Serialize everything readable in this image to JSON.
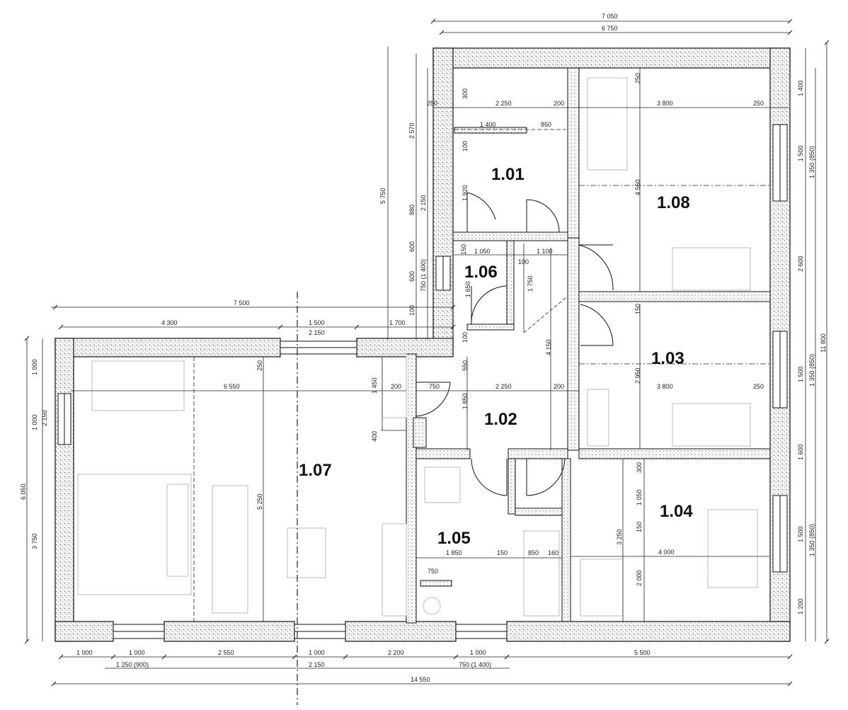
{
  "rooms": {
    "r101": "1.01",
    "r102": "1.02",
    "r103": "1.03",
    "r104": "1.04",
    "r105": "1.05",
    "r106": "1.06",
    "r107": "1.07",
    "r108": "1.08"
  },
  "dims": {
    "top_7050": "7 050",
    "top_6750": "6 750",
    "r101_250": "250",
    "r101_2250": "2 250",
    "r101_200": "200",
    "r101_300": "300",
    "r101_1400": "1 400",
    "r101_850": "850",
    "r101_100": "100",
    "r101_1920": "1 920",
    "r108_250a": "250",
    "r108_3800": "3 800",
    "r108_250b": "250",
    "r108_4550": "4 550",
    "left_2570": "2 570",
    "left_5750": "5 750",
    "left_880": "880",
    "left_2150": "2 150",
    "left_600a": "600",
    "left_600b": "600",
    "left_750_1400": "750 (1 400)",
    "left_100": "100",
    "r106_150": "150",
    "r106_1050": "1 050",
    "r106_1100": "1 100",
    "r106_100": "100",
    "r106_1650": "1 650",
    "r106_1750": "1 750",
    "mid_7500": "7 500",
    "mid_4300": "4 300",
    "mid_1500": "1 500",
    "mid_2150": "2 150",
    "mid_1700": "1 700",
    "r107_250": "250",
    "r107_6550": "6 550",
    "r107_5250": "5 250",
    "r102_1450": "1 450",
    "r102_200a": "200",
    "r102_750": "750",
    "r102_2250": "2 250",
    "r102_200b": "200",
    "r102_550": "550",
    "r102_100": "100",
    "r102_1850": "1 850",
    "r102_400": "400",
    "r102_4150": "4 150",
    "r103_150": "150",
    "r103_2950": "2 950",
    "r103_3800": "3 800",
    "r103_250": "250",
    "r104_300": "300",
    "r104_1050": "1 050",
    "r104_150": "150",
    "r104_3250": "3 250",
    "r104_4000": "4 000",
    "r104_2000": "2 000",
    "r105_1850": "1 850",
    "r105_150": "150",
    "r105_850": "850",
    "r105_160": "160",
    "r105_750": "750",
    "right_1400": "1 400",
    "right_1500a": "1 500",
    "right_1350_850a": "1 350 (850)",
    "right_2600": "2 600",
    "right_1500b": "1 500",
    "right_1350_850b": "1 350 (850)",
    "right_1600": "1 600",
    "right_1500c": "1 500",
    "right_1350_850c": "1 350 (850)",
    "right_1200": "1 200",
    "right_11800": "11 800",
    "leftside_1000a": "1 000",
    "leftside_1000b": "1 000",
    "leftside_2150": "2 150",
    "leftside_6050": "6 050",
    "leftside_3750": "3 750",
    "bot_1000a": "1 000",
    "bot_1000b": "1 000",
    "bot_2550": "2 550",
    "bot_1000c": "1 000",
    "bot_2200": "2 200",
    "bot_1000d": "1 000",
    "bot_5500": "5 500",
    "bot_1250_900": "1 250 (900)",
    "bot_2150": "2 150",
    "bot_750_1400": "750 (1 400)",
    "bot_14550": "14 550"
  }
}
